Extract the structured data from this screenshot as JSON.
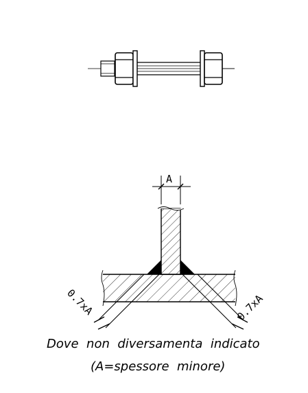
{
  "dimension_label": "A",
  "weld_size_left": "0.7xA",
  "weld_size_right": "0.7xA",
  "note_line1": "Dove  non  diversamenta  indicato",
  "note_line2": "(A=spessore  minore)"
}
